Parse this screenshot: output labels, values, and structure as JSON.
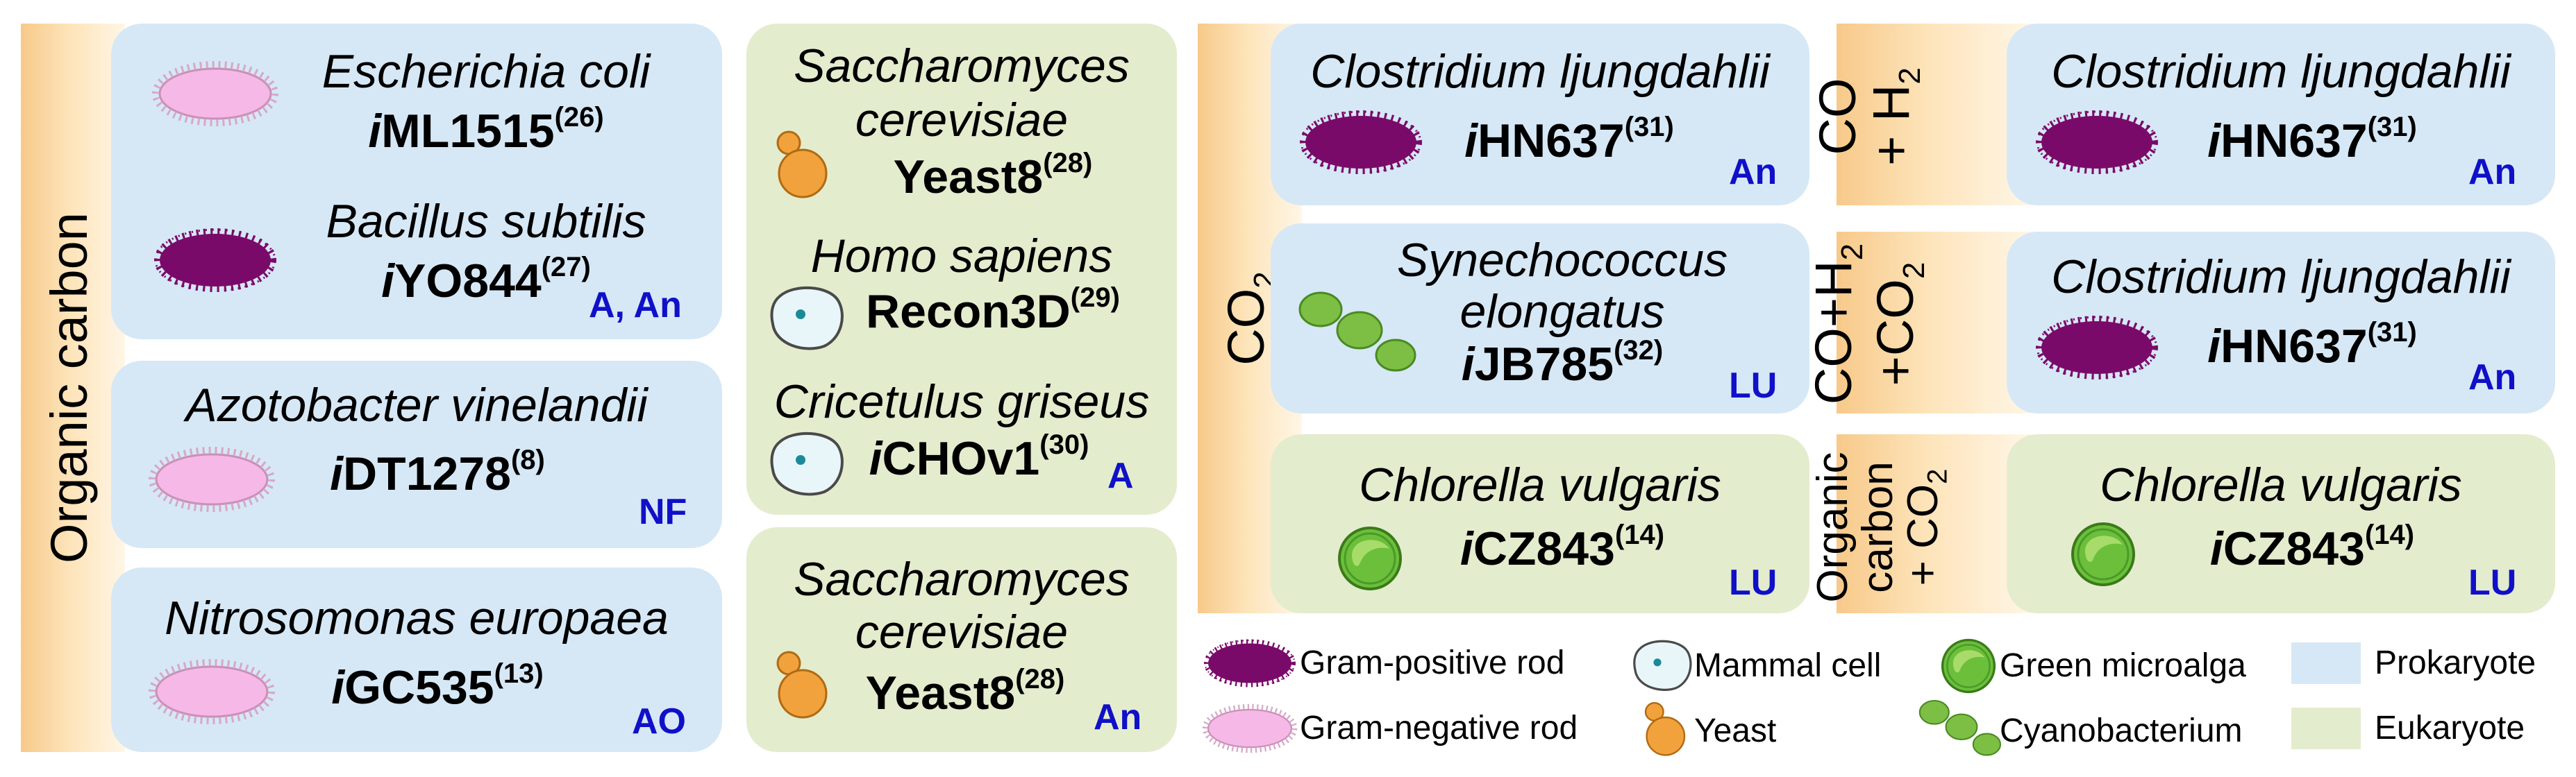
{
  "row_labels": {
    "organic_carbon": "Organic carbon",
    "co2": "CO",
    "co2_sub": "2",
    "co_h2_a": "CO",
    "co_h2_b": "+ H",
    "co_h2_b_sub": "2",
    "co_h2_co2_a": "CO+H",
    "co_h2_co2_a_sub": "2",
    "co_h2_co2_b": "+CO",
    "co_h2_co2_b_sub": "2",
    "org_co2_a": "Organic",
    "org_co2_b": "carbon",
    "org_co2_c": "+ CO",
    "org_co2_c_sub": "2"
  },
  "cards": [
    {
      "organism": "Escherichia coli",
      "model_prefix": "i",
      "model": "ML1515",
      "ref": "(26)",
      "cell_type": "gram-negative-rod",
      "kingdom": "Prokaryote"
    },
    {
      "organism": "Bacillus subtilis",
      "model_prefix": "i",
      "model": "YO844",
      "ref": "(27)",
      "condition": "A, An",
      "cell_type": "gram-positive-rod",
      "kingdom": "Prokaryote"
    },
    {
      "organism": "Azotobacter vinelandii",
      "model_prefix": "i",
      "model": "DT1278",
      "ref": "(8)",
      "condition": "NF",
      "cell_type": "gram-negative-rod",
      "kingdom": "Prokaryote"
    },
    {
      "organism": "Nitrosomonas europaea",
      "model_prefix": "i",
      "model": "GC535",
      "ref": "(13)",
      "condition": "AO",
      "cell_type": "gram-negative-rod",
      "kingdom": "Prokaryote"
    },
    {
      "organism_line1": "Saccharomyces",
      "organism_line2": "cerevisiae",
      "model": "Yeast8",
      "ref": "(28)",
      "cell_type": "yeast",
      "kingdom": "Eukaryote"
    },
    {
      "organism": "Homo sapiens",
      "model": "Recon3D",
      "ref": "(29)",
      "cell_type": "mammal-cell",
      "kingdom": "Eukaryote"
    },
    {
      "organism": "Cricetulus griseus",
      "model_prefix": "i",
      "model": "CHOv1",
      "ref": "(30)",
      "condition": "A",
      "cell_type": "mammal-cell",
      "kingdom": "Eukaryote"
    },
    {
      "organism_line1": "Saccharomyces",
      "organism_line2": "cerevisiae",
      "model": "Yeast8",
      "ref": "(28)",
      "condition": "An",
      "cell_type": "yeast",
      "kingdom": "Eukaryote"
    },
    {
      "organism": "Clostridium ljungdahlii",
      "model_prefix": "i",
      "model": "HN637",
      "ref": "(31)",
      "condition": "An",
      "cell_type": "gram-positive-rod",
      "kingdom": "Prokaryote"
    },
    {
      "organism_line1": "Synechococcus",
      "organism_line2": "elongatus",
      "model_prefix": "i",
      "model": "JB785",
      "ref": "(32)",
      "condition": "LU",
      "cell_type": "cyanobacterium",
      "kingdom": "Prokaryote"
    },
    {
      "organism": "Chlorella vulgaris",
      "model_prefix": "i",
      "model": "CZ843",
      "ref": "(14)",
      "condition": "LU",
      "cell_type": "green-microalga",
      "kingdom": "Eukaryote"
    },
    {
      "organism": "Clostridium ljungdahlii",
      "model_prefix": "i",
      "model": "HN637",
      "ref": "(31)",
      "condition": "An",
      "cell_type": "gram-positive-rod",
      "kingdom": "Prokaryote"
    },
    {
      "organism": "Clostridium ljungdahlii",
      "model_prefix": "i",
      "model": "HN637",
      "ref": "(31)",
      "condition": "An",
      "cell_type": "gram-positive-rod",
      "kingdom": "Prokaryote"
    },
    {
      "organism": "Chlorella vulgaris",
      "model_prefix": "i",
      "model": "CZ843",
      "ref": "(14)",
      "condition": "LU",
      "cell_type": "green-microalga",
      "kingdom": "Eukaryote"
    }
  ],
  "legend": {
    "gram_positive_rod": "Gram-positive rod",
    "gram_negative_rod": "Gram-negative rod",
    "mammal_cell": "Mammal cell",
    "yeast": "Yeast",
    "green_microalga": "Green microalga",
    "cyanobacterium": "Cyanobacterium",
    "prokaryote": "Prokaryote",
    "eukaryote": "Eukaryote"
  },
  "colors": {
    "prokaryote_bg": "#d6e8f6",
    "eukaryote_bg": "#e4ecce",
    "condition_text": "#1010c8",
    "gram_positive": "#7a0a6a",
    "gram_negative": "#f6b8e6",
    "yeast": "#f2a23c",
    "alga": "#6cbf3a"
  }
}
